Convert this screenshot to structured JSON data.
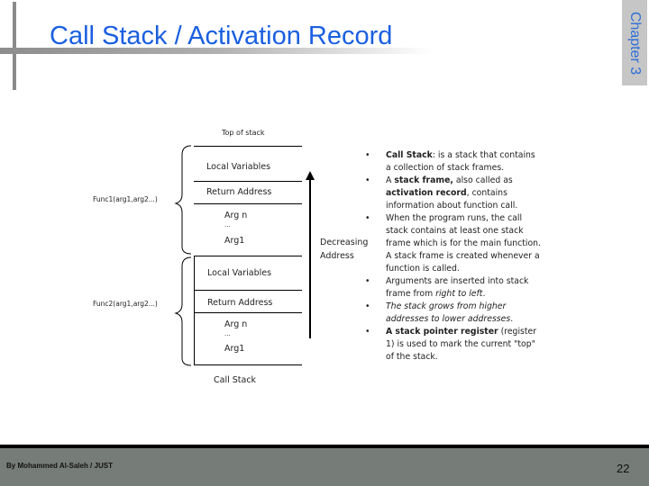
{
  "title": "Call Stack / Activation Record",
  "chapter": "Chapter 3",
  "diagram": {
    "top_label": "Top of stack",
    "bottom_label": "Call Stack",
    "func1": "Func1(arg1,arg2...)",
    "func2": "Func2(arg1,arg2...)",
    "local_vars": "Local Variables",
    "return_addr": "Return Address",
    "arg_n": "Arg n",
    "dots": "...",
    "arg_1": "Arg1",
    "arrow_label_1": "Decreasing",
    "arrow_label_2": "Address"
  },
  "bullets": [
    [
      {
        "t": "Call Stack",
        "s": "b"
      },
      {
        "t": ": is a stack that contains a collection of stack frames.",
        "s": ""
      }
    ],
    [
      {
        "t": "A ",
        "s": ""
      },
      {
        "t": "stack frame,",
        "s": "b"
      },
      {
        "t": " also called as ",
        "s": ""
      },
      {
        "t": "activation record",
        "s": "b"
      },
      {
        "t": ", contains information about function call.",
        "s": ""
      }
    ],
    [
      {
        "t": "When the program runs, the call stack contains at least one stack frame which is for the main function. A stack frame is created whenever a function is called.",
        "s": ""
      }
    ],
    [
      {
        "t": "Arguments are inserted into stack frame from ",
        "s": ""
      },
      {
        "t": "right to left",
        "s": "i"
      },
      {
        "t": ".",
        "s": ""
      }
    ],
    [
      {
        "t": "The stack grows from higher addresses to lower addresses",
        "s": "i"
      },
      {
        "t": ".",
        "s": ""
      }
    ],
    [
      {
        "t": "A stack pointer register",
        "s": "b"
      },
      {
        "t": " (register 1) is used to mark the current \"top\" of the stack.",
        "s": ""
      }
    ]
  ],
  "footer": {
    "author": "By Mohammed Al-Saleh / JUST",
    "page": "22"
  }
}
